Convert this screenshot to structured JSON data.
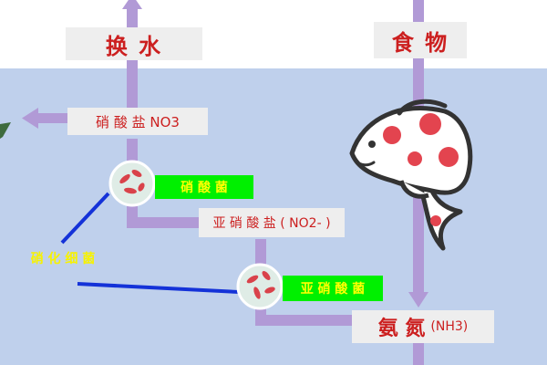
{
  "colors": {
    "water": "#bfd0ec",
    "arrow": "#b19ad6",
    "label_bg": "#eeeeee",
    "label_text": "#cc1f1f",
    "bacteria_label_bg": "#00f000",
    "bacteria_label_text": "#ffff00",
    "nitrifying_label_text": "#f7f200",
    "pointer_line": "#1432d8"
  },
  "labels": {
    "water_change": "换 水",
    "food": "食 物",
    "nitrate": "硝 酸 盐 NO3",
    "nitrite": "亚 硝 酸 盐 ( NO2- )",
    "ammonia": "氨 氮",
    "ammonia_formula": "(NH3)",
    "nitrobacter": "硝 酸 菌",
    "nitrosomonas": "亚 硝 酸 菌",
    "nitrifying_bacteria": "硝 化 细 菌"
  },
  "icons": {
    "bacteria_top": "bacteria-colony-icon",
    "bacteria_bottom": "bacteria-colony-icon",
    "fish": "koi-fish-icon"
  }
}
